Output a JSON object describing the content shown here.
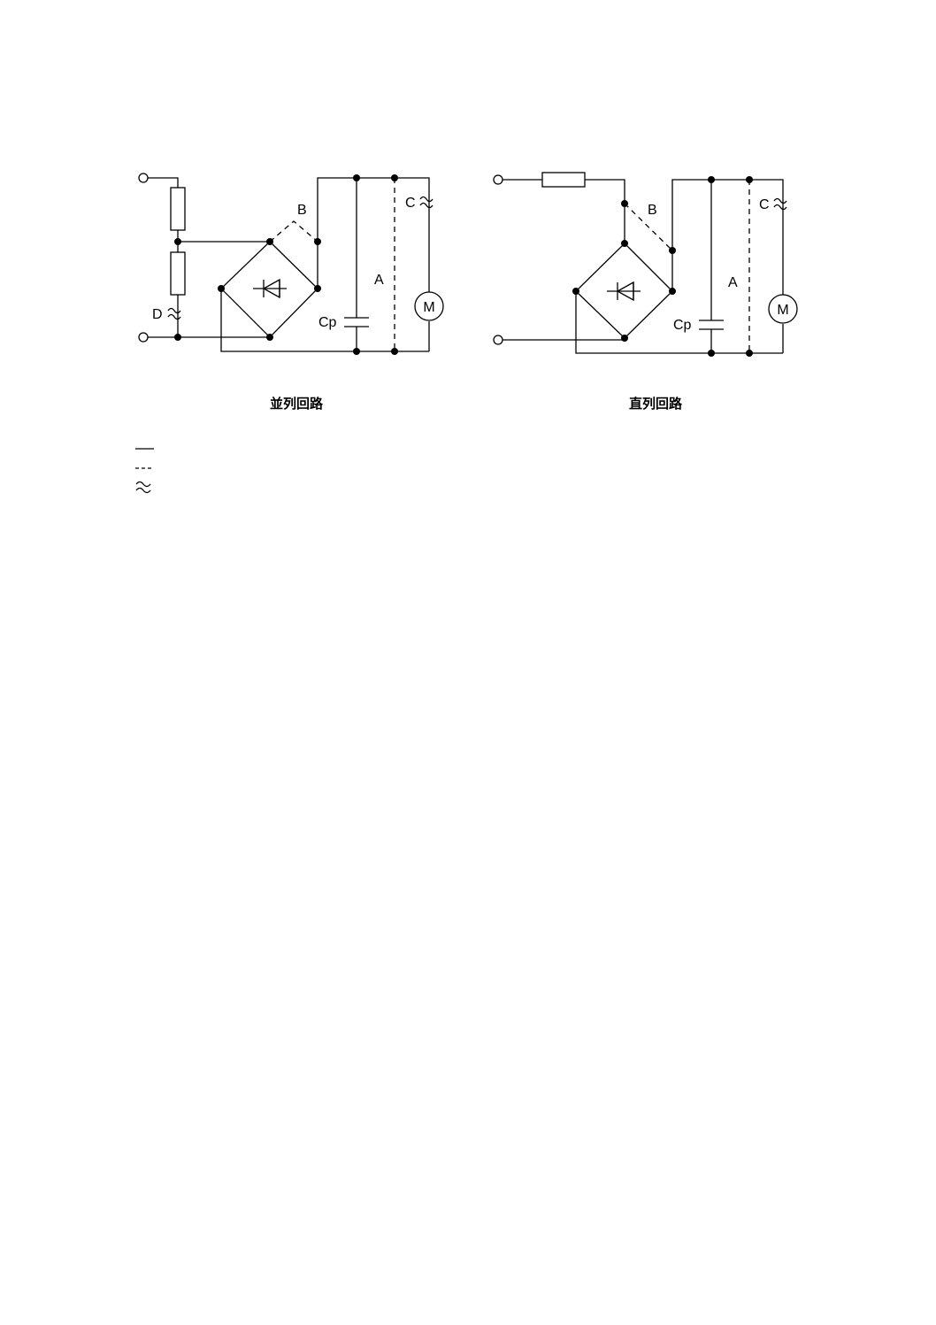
{
  "parallel": {
    "caption": "並列回路",
    "label_b": "B",
    "label_c": "C",
    "label_a": "A",
    "label_d": "D",
    "label_cp": "Cp",
    "motor": "M"
  },
  "series": {
    "caption": "直列回路",
    "label_b": "B",
    "label_c": "C",
    "label_a": "A",
    "label_cp": "Cp",
    "motor": "M"
  },
  "legend": [
    {
      "symbol": "solid-line"
    },
    {
      "symbol": "dashed-line"
    },
    {
      "symbol": "approx-wave"
    }
  ]
}
